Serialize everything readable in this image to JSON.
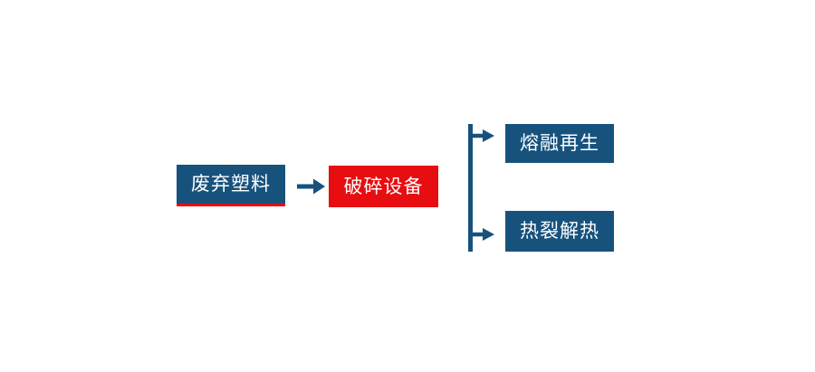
{
  "diagram": {
    "background": "#ffffff",
    "colors": {
      "node_blue": "#17527d",
      "node_red": "#e80d10",
      "connector_blue": "#17527d",
      "node_text": "#ffffff",
      "source_underline": "#e80d10"
    },
    "nodes": {
      "source": {
        "label": "废弃塑料"
      },
      "process": {
        "label": "破碎设备"
      },
      "output_top": {
        "label": "熔融再生"
      },
      "output_bottom": {
        "label": "热裂解热"
      }
    }
  }
}
